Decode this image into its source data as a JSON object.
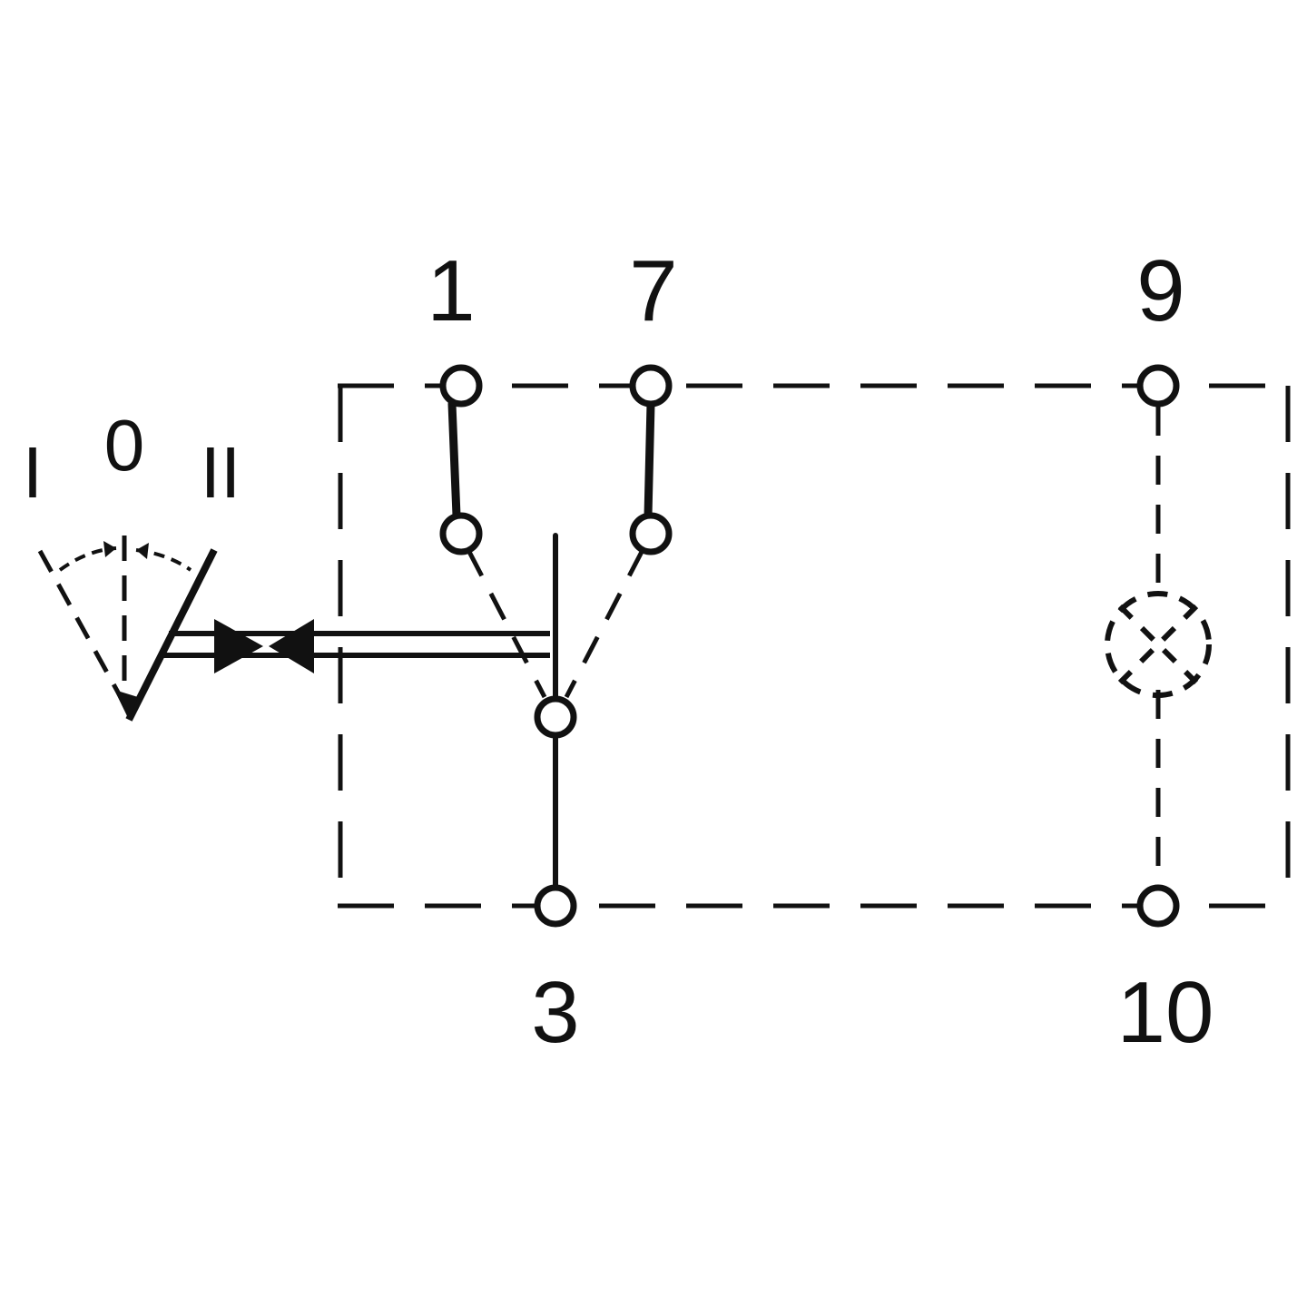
{
  "pins": {
    "p1": "1",
    "p7": "7",
    "p9": "9",
    "p3": "3",
    "p10": "10"
  },
  "positions": {
    "left": "I",
    "center": "0",
    "right": "II"
  },
  "colors": {
    "line": "#111111",
    "background": "#ffffff"
  },
  "icons": {
    "lamp": "lamp-icon",
    "actuator": "rocker-actuator-icon"
  }
}
